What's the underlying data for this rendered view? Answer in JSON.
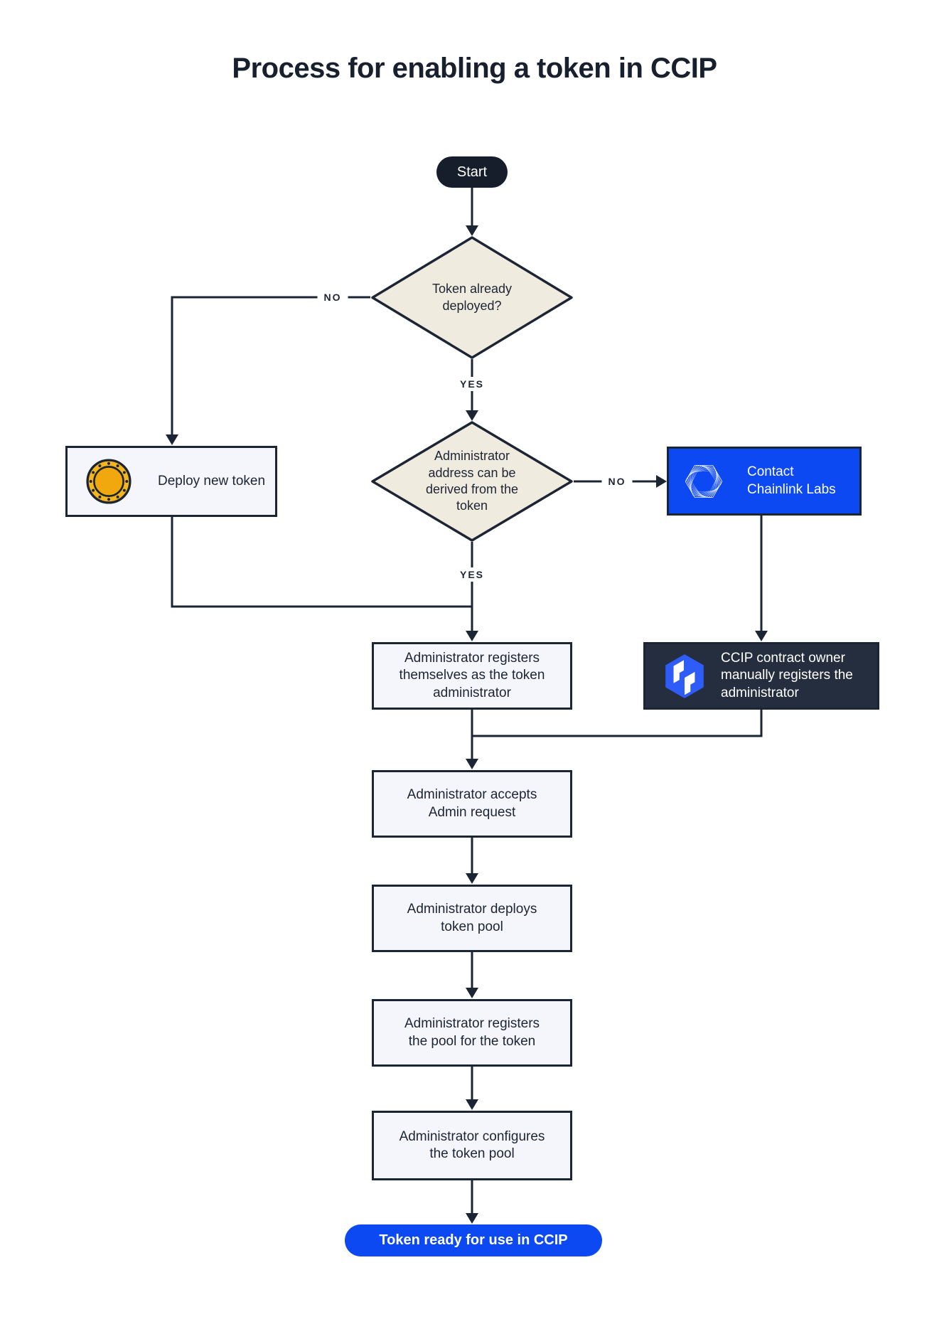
{
  "title": "Process for enabling a token in CCIP",
  "nodes": {
    "start": "Start",
    "token_deployed_q": "Token already deployed?",
    "deploy_new_token": "Deploy new token",
    "admin_derivable_q": "Administrator address can be derived from the token",
    "contact_chainlink": "Contact Chainlink Labs",
    "ccip_owner_registers": "CCIP contract owner manually registers the administrator",
    "admin_registers_self": "Administrator registers themselves as the token administrator",
    "admin_accepts": "Administrator accepts Admin request",
    "admin_deploys_pool": "Administrator deploys token pool",
    "admin_registers_pool": "Administrator registers the pool for the token",
    "admin_configures_pool": "Administrator configures the token pool",
    "token_ready": "Token ready for use in CCIP"
  },
  "edge_labels": {
    "d1_no": "NO",
    "d1_yes": "YES",
    "d2_no": "NO",
    "d2_yes": "YES"
  },
  "icons": {
    "coin": "coin-icon",
    "chainlink": "chainlink-labs-icon",
    "ccip": "ccip-logo-icon"
  },
  "colors": {
    "ink": "#1c2534",
    "diamond_fill": "#f0ebdf",
    "light_box": "#f4f6fb",
    "dark_box": "#252e3f",
    "blue": "#0d49f2",
    "gold_outer": "#f6b51e",
    "gold_inner": "#f0a80e"
  }
}
